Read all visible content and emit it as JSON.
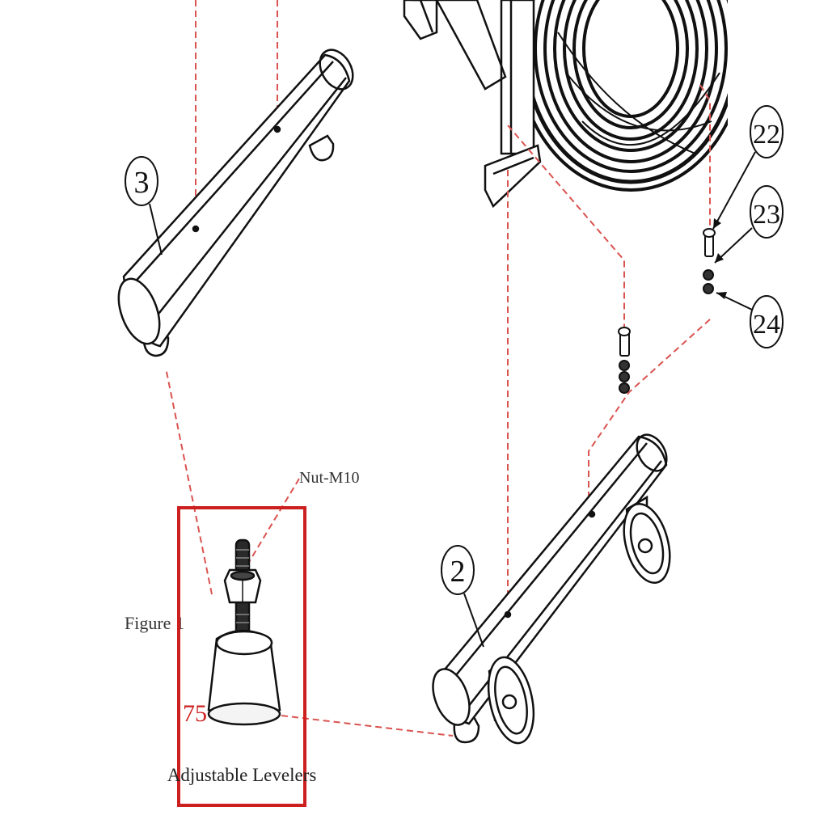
{
  "callouts": {
    "part_3": "3",
    "part_2": "2",
    "part_22": "22",
    "part_23": "23",
    "part_24": "24"
  },
  "labels": {
    "nut": "Nut-M10",
    "figure": "Figure 1",
    "part_75": "75",
    "levelers": "Adjustable Levelers"
  },
  "colors": {
    "line": "#1a1a1a",
    "leader": "#d9534f",
    "highlight_box": "#cc1f1f",
    "part_number_red": "#cc1f1f"
  }
}
